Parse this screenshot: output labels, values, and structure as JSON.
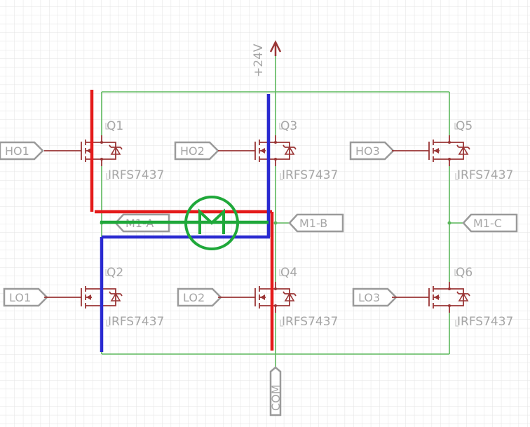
{
  "supply": {
    "label": "+24V"
  },
  "ground": {
    "label": "COM"
  },
  "transistors": [
    {
      "ref": "Q1",
      "part": "IRFS7437",
      "gate": "HO1"
    },
    {
      "ref": "Q3",
      "part": "IRFS7437",
      "gate": "HO2"
    },
    {
      "ref": "Q5",
      "part": "IRFS7437",
      "gate": "HO3"
    },
    {
      "ref": "Q2",
      "part": "IRFS7437",
      "gate": "LO1"
    },
    {
      "ref": "Q4",
      "part": "IRFS7437",
      "gate": "LO2"
    },
    {
      "ref": "Q6",
      "part": "IRFS7437",
      "gate": "LO3"
    }
  ],
  "outputs": [
    "M1-A",
    "M1-B",
    "M1-C"
  ],
  "motor": {
    "label": "M"
  },
  "colors": {
    "grid": "#e3e3e3",
    "wire": "#5cb85c",
    "component": "#9a3535",
    "label": "#a6a6a6",
    "path_red": "#e41b1b",
    "path_blue": "#2a2ad1",
    "path_green": "#1fa83a"
  }
}
